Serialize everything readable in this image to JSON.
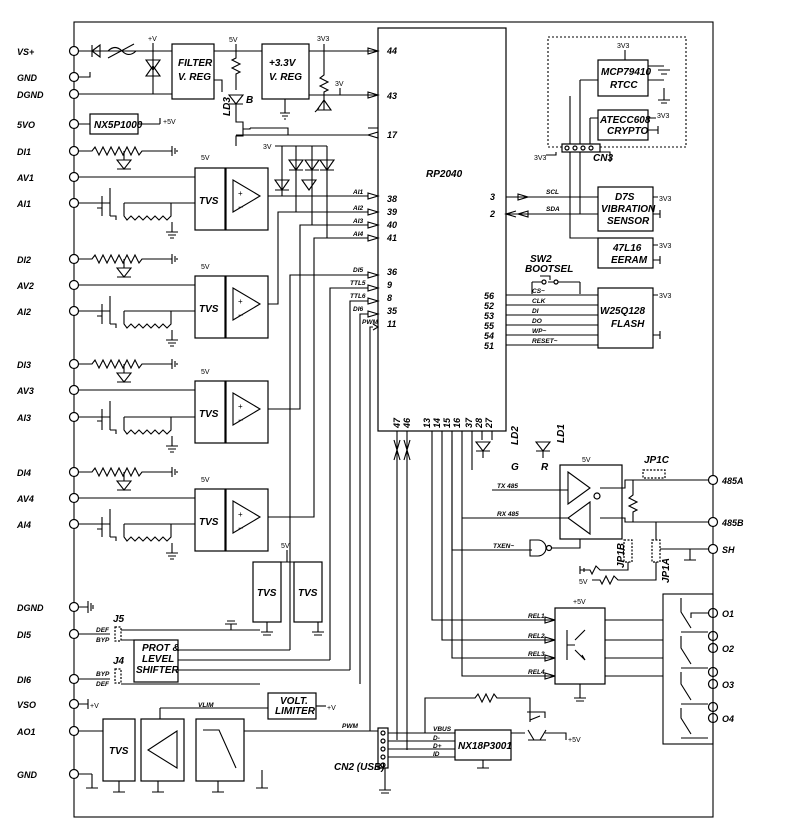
{
  "left_terminals": [
    "VS+",
    "GND",
    "DGND",
    "5VO",
    "DI1",
    "AV1",
    "AI1",
    "DI2",
    "AV2",
    "AI2",
    "DI3",
    "AV3",
    "AI3",
    "DI4",
    "AV4",
    "AI4",
    "DGND",
    "DI5",
    "DI6",
    "VSO",
    "AO1",
    "GND"
  ],
  "right_terminals": [
    "485A",
    "485B",
    "SH",
    "O1",
    "O2",
    "O3",
    "O4"
  ],
  "blocks": {
    "filter": [
      "FILTER",
      "V. REG"
    ],
    "vreg33": [
      "+3.3V",
      "V. REG"
    ],
    "nx5p": "NX5P1000",
    "mcu": "RP2040",
    "rtcc": [
      "MCP79410",
      "RTCC"
    ],
    "crypto": [
      "ATECC608",
      "CRYPTO"
    ],
    "vib": [
      "D7S",
      "VIBRATION",
      "SENSOR"
    ],
    "eeram": [
      "47L16",
      "EERAM"
    ],
    "flash": [
      "W25Q128",
      "FLASH"
    ],
    "tvs": "TVS",
    "shifter": [
      "PROT &",
      "LEVEL",
      "SHIFTER"
    ],
    "limiter": [
      "VOLT.",
      "LIMITER"
    ],
    "usbsw": "NX18P3001"
  },
  "rails": {
    "v": "+V",
    "v5": "5V",
    "p5v": "+5V",
    "v3v3": "3V3",
    "v3": "3V"
  },
  "mcu_pins_left": [
    "44",
    "43",
    "17",
    "38",
    "39",
    "40",
    "41",
    "36",
    "9",
    "8",
    "35",
    "11"
  ],
  "mcu_pins_bottom": [
    "47",
    "46",
    "13",
    "14",
    "15",
    "16",
    "37",
    "28",
    "27"
  ],
  "mcu_pins_right": [
    "3",
    "2",
    "56",
    "52",
    "53",
    "55",
    "54",
    "51"
  ],
  "signals": {
    "ai": [
      "AI1",
      "AI2",
      "AI3",
      "AI4"
    ],
    "di": [
      "DI5",
      "TTL5",
      "TTL6",
      "DI6",
      "PWM"
    ],
    "i2c": [
      "SCL",
      "SDA"
    ],
    "flash": [
      "CS~",
      "CLK",
      "DI",
      "DO",
      "WP~",
      "RESET~"
    ],
    "rs485": [
      "TX 485",
      "RX 485",
      "TXEN~"
    ],
    "relays": [
      "REL1",
      "REL2",
      "REL3",
      "REL4"
    ],
    "usb": [
      "VBUS",
      "D-",
      "D+",
      "ID"
    ],
    "vlim": "VLIM",
    "pwm": "PWM"
  },
  "labels": {
    "ld3": "LD3",
    "b": "B",
    "ld2": "LD2",
    "ld1": "LD1",
    "g": "G",
    "r": "R",
    "sw2": [
      "SW2",
      "BOOTSEL"
    ],
    "cn3": "CN3",
    "cn2": "CN2 (USB)",
    "j5": "J5",
    "j4": "J4",
    "def": "DEF",
    "byp": "BYP",
    "jp1a": "JP1A",
    "jp1b": "JP1B",
    "jp1c": "JP1C"
  }
}
